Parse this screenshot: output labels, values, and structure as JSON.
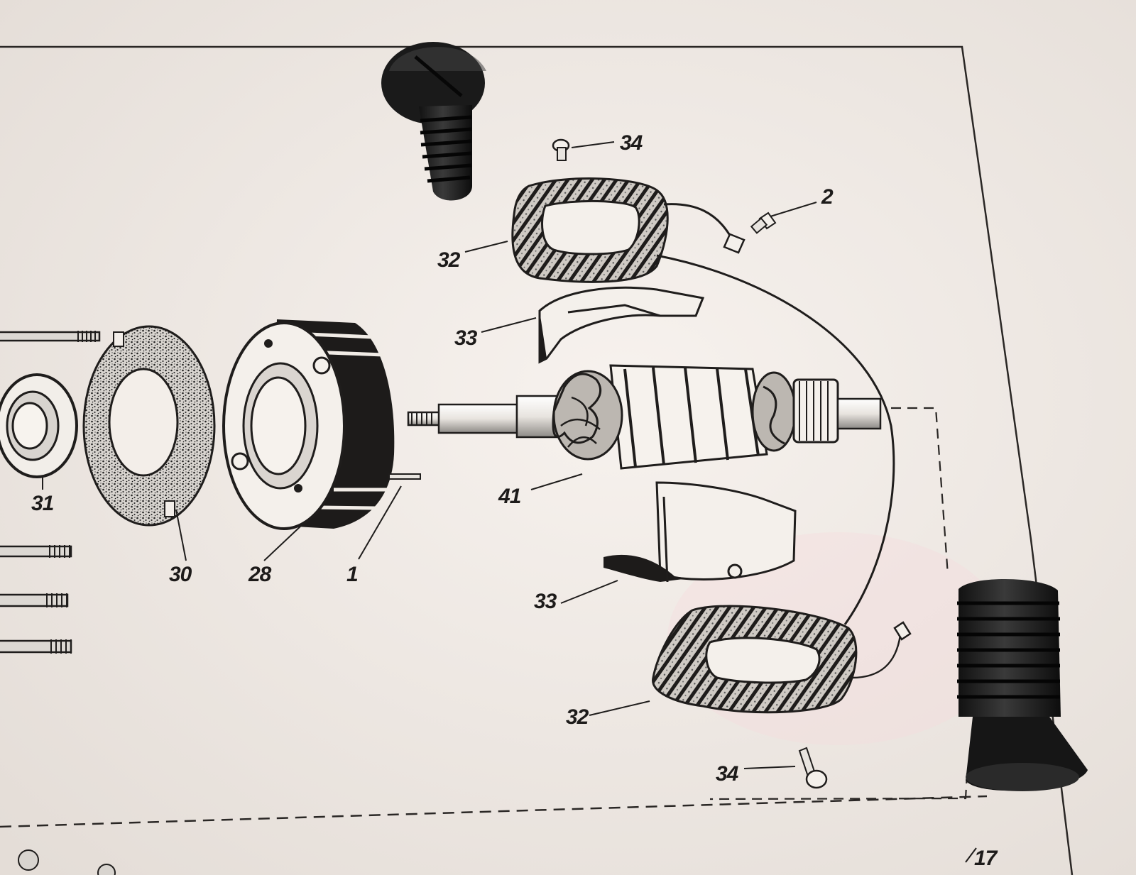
{
  "callouts": [
    {
      "id": "34-top",
      "text": "34"
    },
    {
      "id": "2",
      "text": "2"
    },
    {
      "id": "32-top",
      "text": "32"
    },
    {
      "id": "33-top",
      "text": "33"
    },
    {
      "id": "31",
      "text": "31"
    },
    {
      "id": "41",
      "text": "41"
    },
    {
      "id": "30",
      "text": "30"
    },
    {
      "id": "28",
      "text": "28"
    },
    {
      "id": "1",
      "text": "1"
    },
    {
      "id": "33-bottom",
      "text": "33"
    },
    {
      "id": "32-bottom",
      "text": "32"
    },
    {
      "id": "34-bottom",
      "text": "34"
    },
    {
      "id": "17",
      "text": "17"
    }
  ]
}
